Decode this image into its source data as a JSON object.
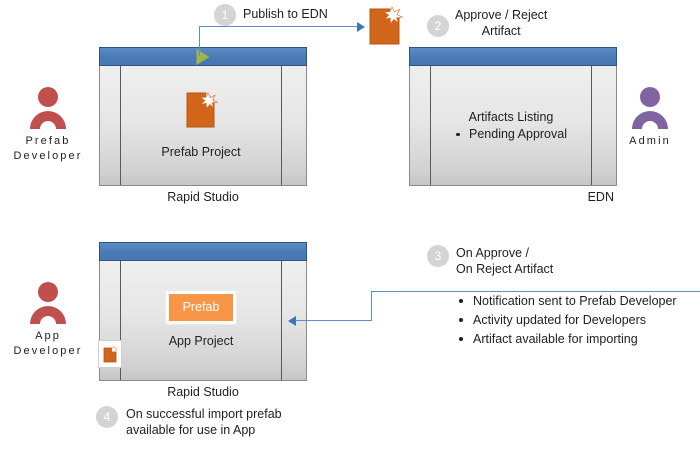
{
  "diagram": {
    "title": "Prefab publish and import workflow",
    "colors": {
      "titlebar_blue": "#4a7ab5",
      "connector_blue": "#5b8dc8",
      "artifact_orange": "#d1651a",
      "prefab_badge_orange": "#f79646",
      "persona_red": "#c0504d",
      "persona_purple": "#8064a2",
      "step_circle_gray": "#d4d4d4",
      "play_green": "#9eb548"
    }
  },
  "personas": [
    {
      "id": "prefab-developer",
      "label": "Prefab\nDeveloper",
      "color": "#c0504d"
    },
    {
      "id": "admin",
      "label": "Admin",
      "color": "#8064a2"
    },
    {
      "id": "app-developer",
      "label": "App\nDeveloper",
      "color": "#c0504d"
    }
  ],
  "windows": [
    {
      "id": "rapid-studio-prefab",
      "caption": "Rapid Studio",
      "content_label": "Prefab Project",
      "has_play_button": true,
      "icon": "artifact-icon"
    },
    {
      "id": "edn",
      "caption": "EDN",
      "content_title": "Artifacts Listing",
      "content_bullet": "Pending Approval",
      "has_play_button": false
    },
    {
      "id": "rapid-studio-app",
      "caption": "Rapid Studio",
      "content_label": "App Project",
      "badge_label": "Prefab",
      "has_play_button": false,
      "icon": "artifact-chip-icon"
    }
  ],
  "steps": [
    {
      "number": "1",
      "text": "Publish to EDN"
    },
    {
      "number": "2",
      "text": "Approve / Reject\nArtifact"
    },
    {
      "number": "3",
      "text": "On Approve /\nOn Reject Artifact"
    },
    {
      "number": "4",
      "text": "On successful import prefab\navailable for use in App"
    }
  ],
  "outcomes": [
    "Notification sent to Prefab Developer",
    "Activity updated for Developers",
    "Artifact available for importing"
  ]
}
